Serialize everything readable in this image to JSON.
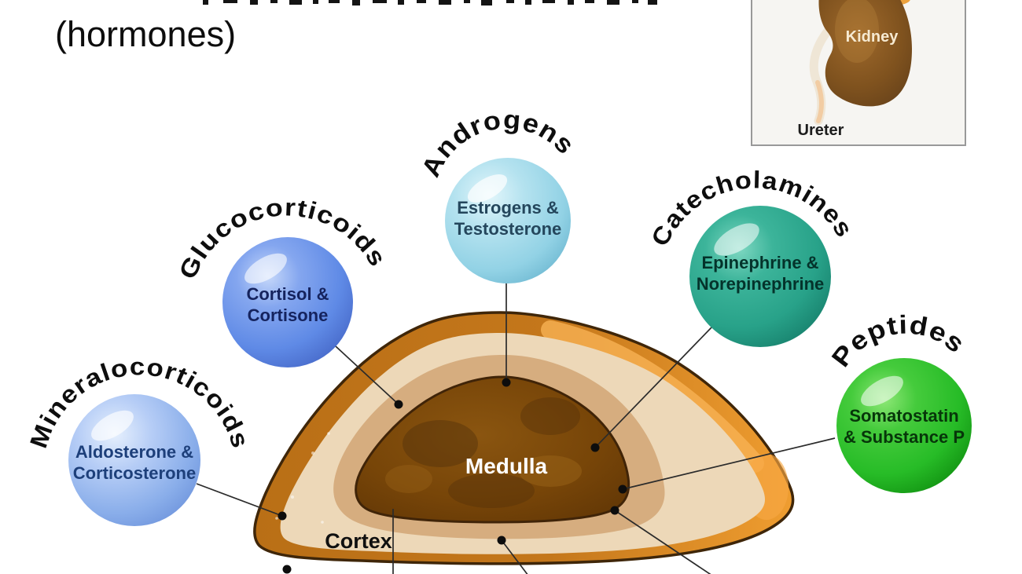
{
  "title_fragment": "(hormones)",
  "inset": {
    "kidney_label": "Kidney",
    "ureter_label": "Ureter"
  },
  "gland": {
    "medulla_label": "Medulla",
    "cortex_label": "Cortex",
    "capsule_color": "#c4771b",
    "cortex_color": "#edd8b8",
    "medulla_color": "#6b3c08"
  },
  "hormone_groups": [
    {
      "name": "Mineralocorticoids",
      "hormones_line1": "Aldosterone &",
      "hormones_line2": "Corticosterone",
      "sphere_color": "#9cbcf0",
      "text_color": "#1d3f7a"
    },
    {
      "name": "Glucocorticoids",
      "hormones_line1": "Cortisol &",
      "hormones_line2": "Cortisone",
      "sphere_color": "#5f8ae6",
      "text_color": "#15235e"
    },
    {
      "name": "Androgens",
      "hormones_line1": "Estrogens &",
      "hormones_line2": "Testosterone",
      "sphere_color": "#9ed8e8",
      "text_color": "#24465c"
    },
    {
      "name": "Catecholamines",
      "hormones_line1": "Epinephrine &",
      "hormones_line2": "Norepinephrine",
      "sphere_color": "#2ca890",
      "text_color": "#04332b"
    },
    {
      "name": "Peptides",
      "hormones_line1": "Somatostatin",
      "hormones_line2": "& Substance P",
      "sphere_color": "#2cc12c",
      "text_color": "#07360a"
    }
  ]
}
